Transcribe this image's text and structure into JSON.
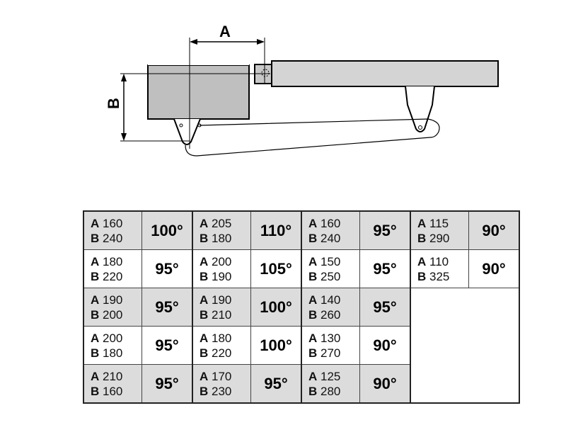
{
  "diagram": {
    "dimension_a_label": "A",
    "dimension_b_label": "B",
    "colors": {
      "pillar_fill": "#bfbfbf",
      "gate_fill": "#d4d4d4",
      "line": "#000000"
    }
  },
  "table": {
    "key_a": "A",
    "key_b": "B",
    "shade_color": "#dcdcdc",
    "rows": [
      {
        "shaded": true,
        "cells": [
          {
            "a": "160",
            "b": "240",
            "angle": "100°"
          },
          {
            "a": "205",
            "b": "180",
            "angle": "110°"
          },
          {
            "a": "160",
            "b": "240",
            "angle": "95°"
          },
          {
            "a": "115",
            "b": "290",
            "angle": "90°"
          }
        ]
      },
      {
        "shaded": false,
        "cells": [
          {
            "a": "180",
            "b": "220",
            "angle": "95°"
          },
          {
            "a": "200",
            "b": "190",
            "angle": "105°"
          },
          {
            "a": "150",
            "b": "250",
            "angle": "95°"
          },
          {
            "a": "110",
            "b": "325",
            "angle": "90°"
          }
        ]
      },
      {
        "shaded": true,
        "cells": [
          {
            "a": "190",
            "b": "200",
            "angle": "95°"
          },
          {
            "a": "190",
            "b": "210",
            "angle": "100°"
          },
          {
            "a": "140",
            "b": "260",
            "angle": "95°"
          }
        ]
      },
      {
        "shaded": false,
        "cells": [
          {
            "a": "200",
            "b": "180",
            "angle": "95°"
          },
          {
            "a": "180",
            "b": "220",
            "angle": "100°"
          },
          {
            "a": "130",
            "b": "270",
            "angle": "90°"
          }
        ]
      },
      {
        "shaded": true,
        "cells": [
          {
            "a": "210",
            "b": "160",
            "angle": "95°"
          },
          {
            "a": "170",
            "b": "230",
            "angle": "95°"
          },
          {
            "a": "125",
            "b": "280",
            "angle": "90°"
          }
        ]
      }
    ]
  }
}
